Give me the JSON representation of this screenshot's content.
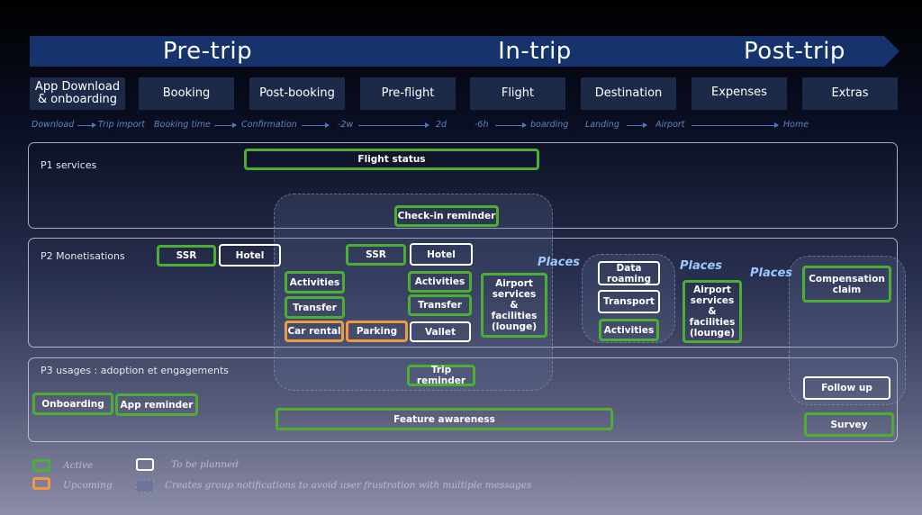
{
  "phases": {
    "pre": "Pre-trip",
    "in": "In-trip",
    "post": "Post-trip"
  },
  "steps": [
    "App Download\n& onboarding",
    "Booking",
    "Post-booking",
    "Pre-flight",
    "Flight",
    "Destination",
    "Expenses",
    "Extras"
  ],
  "timeline": {
    "download": "Download",
    "trip_import": "Trip import",
    "booking_time": "Booking time",
    "confirmation": "Confirmation",
    "minus_2w": "-2w",
    "two_d": "2d",
    "minus_6h": "-6h",
    "boarding": "boarding",
    "landing": "Landing",
    "airport": "Airport",
    "home": "Home"
  },
  "rows": {
    "p1": "P1 services",
    "p2": "P2 Monetisations",
    "p3": "P3 usages : adoption et engagements"
  },
  "chips": {
    "flight_status": "Flight status",
    "checkin_reminder": "Check-in reminder",
    "ssr": "SSR",
    "hotel": "Hotel",
    "activities": "Activities",
    "transfer": "Transfer",
    "car_rental": "Car rental",
    "parking": "Parking",
    "vallet": "Vallet",
    "airport_services": "Airport services & facilities (lounge)",
    "data_roaming": "Data roaming",
    "transport": "Transport",
    "compensation_claim": "Compensation claim",
    "trip_reminder": "Trip reminder",
    "onboarding": "Onboarding",
    "app_reminder": "App reminder",
    "feature_awareness": "Feature awareness",
    "follow_up": "Follow up",
    "survey": "Survey"
  },
  "places": "Places",
  "legend": {
    "active": "Active",
    "to_be_planned": "To be planned",
    "upcoming": "Upcoming",
    "group_note": "Creates group notifications to avoid user frustration with multiple messages"
  },
  "colors": {
    "active": "#4caf34",
    "upcoming": "#f09a3e",
    "to_be_planned": "#ffffff",
    "phase_arrow": "#16336e",
    "places": "#9ac9ff"
  }
}
